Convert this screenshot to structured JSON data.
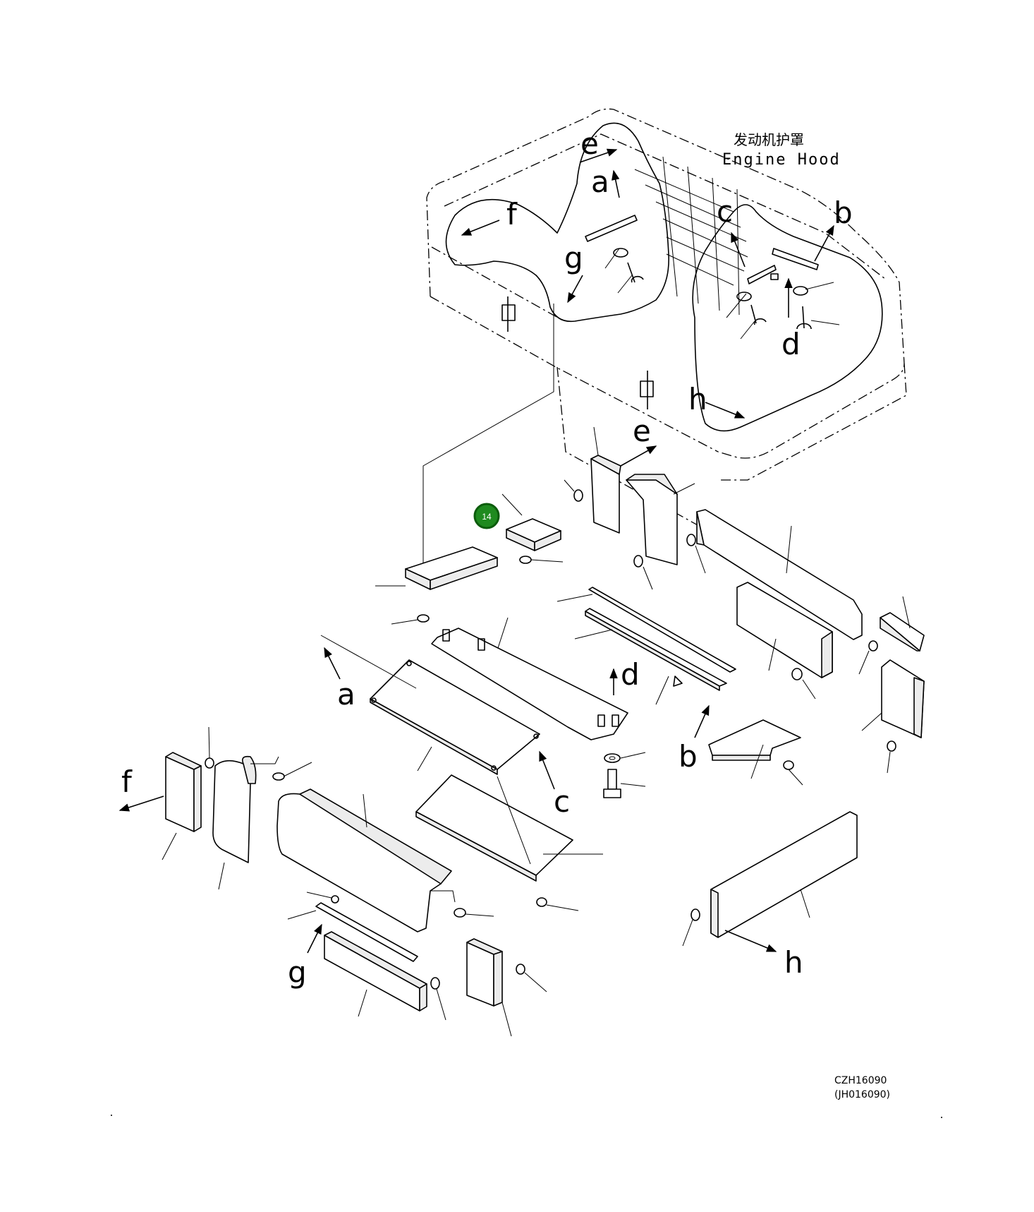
{
  "title": {
    "chinese": "发动机护罩",
    "english": "Engine Hood"
  },
  "callout": {
    "number": "14",
    "color": "#1f8a1f"
  },
  "labels": {
    "hood_e": "e",
    "hood_a": "a",
    "hood_f": "f",
    "hood_g": "g",
    "hood_c": "c",
    "hood_b": "b",
    "hood_d": "d",
    "hood_h": "h",
    "parts_e": "e",
    "parts_d": "d",
    "parts_a": "a",
    "parts_b": "b",
    "parts_c": "c",
    "parts_f": "f",
    "parts_g": "g",
    "parts_h": "h"
  },
  "drawing_code": {
    "primary": "CZH16090",
    "secondary": "(JH016090)"
  }
}
